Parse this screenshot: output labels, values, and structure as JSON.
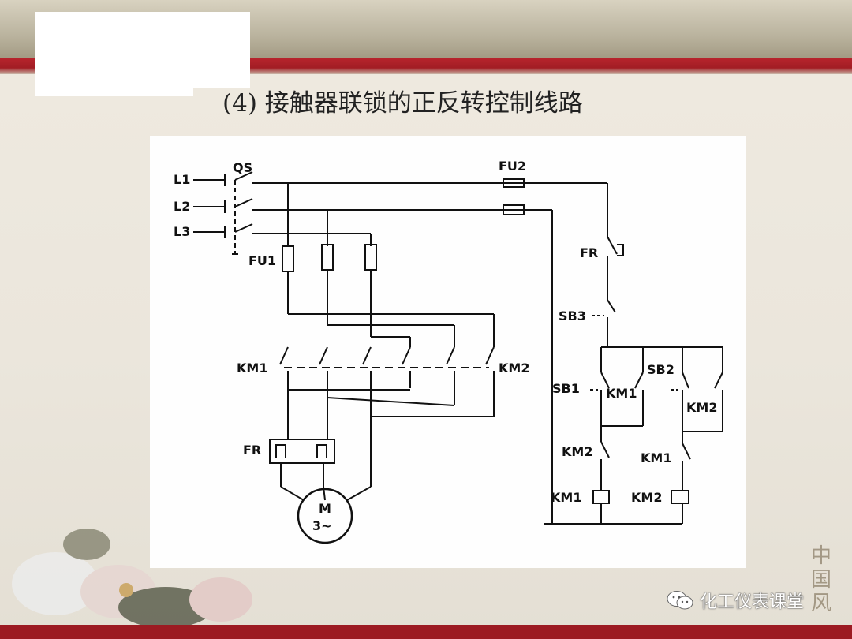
{
  "slide": {
    "title": "(4) 接触器联锁的正反转控制线路"
  },
  "watermark": {
    "icon": "wechat-icon",
    "text": "化工仪表课堂"
  },
  "seal": {
    "text": "中国风"
  },
  "diagram": {
    "labels": {
      "L1": "L1",
      "L2": "L2",
      "L3": "L3",
      "QS": "QS",
      "FU1": "FU1",
      "FU2": "FU2",
      "KM1_main": "KM1",
      "KM2_main": "KM2",
      "FR_main": "FR",
      "motor_M": "M",
      "motor_3": "3~",
      "FR_ctrl": "FR",
      "SB3": "SB3",
      "SB1": "SB1",
      "SB2": "SB2",
      "KM1_hold": "KM1",
      "KM2_hold": "KM2",
      "KM2_interlock": "KM2",
      "KM1_interlock": "KM1",
      "KM1_coil": "KM1",
      "KM2_coil": "KM2"
    }
  },
  "colors": {
    "accent_red": "#a21d24",
    "ink": "#111111"
  }
}
